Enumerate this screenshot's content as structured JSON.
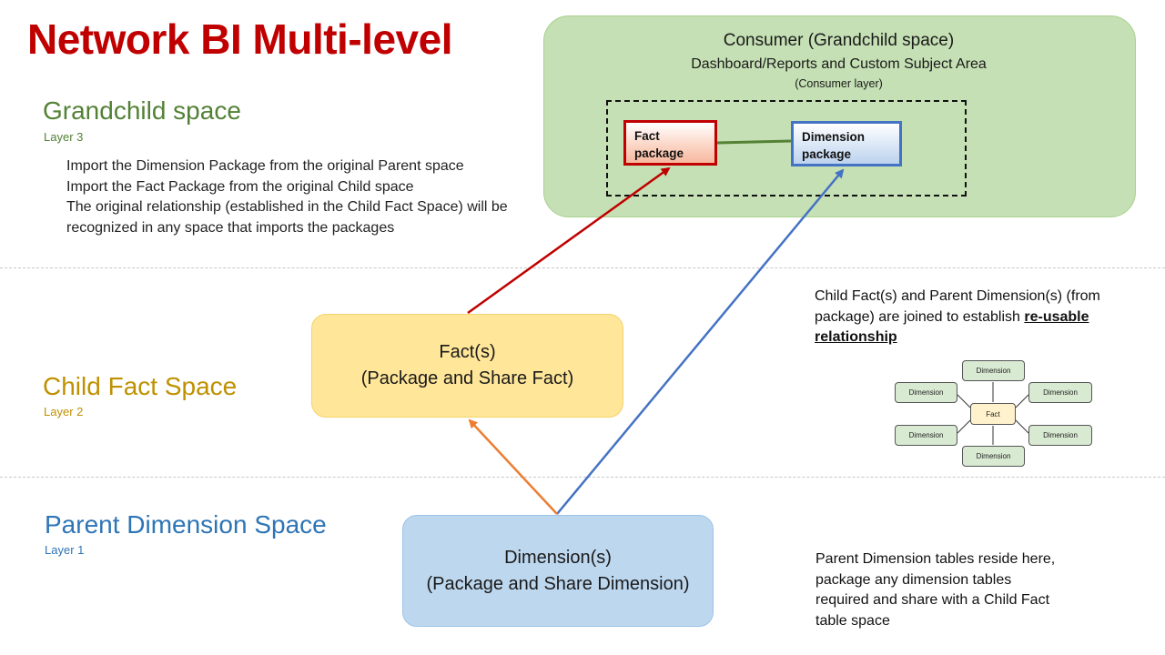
{
  "title": "Network BI Multi-level",
  "colors": {
    "title": "#c00000",
    "grandchild": "#538135",
    "child": "#bf9000",
    "parent": "#2e75b6",
    "consumer_bg": "#c5e0b4",
    "fact_bg": "#ffe699",
    "dimension_bg": "#bdd7ee",
    "arrow_red": "#c00000",
    "arrow_orange": "#ed7d31",
    "arrow_blue": "#4472c4",
    "connector_green": "#548235"
  },
  "layers": {
    "grandchild": {
      "name": "Grandchild space",
      "layer": "Layer 3",
      "description": [
        "Import the Dimension Package from the original Parent space",
        "Import the Fact Package from the original Child space",
        "The original relationship (established in the Child Fact Space) will be",
        "recognized in any space that imports the packages"
      ]
    },
    "child": {
      "name": "Child Fact Space",
      "layer": "Layer 2"
    },
    "parent": {
      "name": "Parent Dimension Space",
      "layer": "Layer 1"
    }
  },
  "consumer": {
    "title": "Consumer (Grandchild space)",
    "subtitle": "Dashboard/Reports and Custom Subject Area",
    "note": "(Consumer layer)",
    "fact_package": [
      "Fact",
      "package"
    ],
    "dimension_package": [
      "Dimension",
      "package"
    ]
  },
  "fact_box": {
    "line1": "Fact(s)",
    "line2": "(Package and Share Fact)"
  },
  "dimension_box": {
    "line1": "Dimension(s)",
    "line2": "(Package and Share Dimension)"
  },
  "child_note": {
    "line1": "Child Fact(s) and Parent Dimension(s) (from",
    "line2_prefix": "package) are joined to establish ",
    "line2_emph": "re-usable",
    "line3_emph": "relationship"
  },
  "star_schema": {
    "center": "Fact",
    "nodes": [
      "Dimension",
      "Dimension",
      "Dimension",
      "Dimension",
      "Dimension",
      "Dimension"
    ]
  },
  "parent_note": [
    "Parent Dimension tables reside here,",
    "package any dimension tables",
    "required and share with a Child Fact",
    "table space"
  ]
}
